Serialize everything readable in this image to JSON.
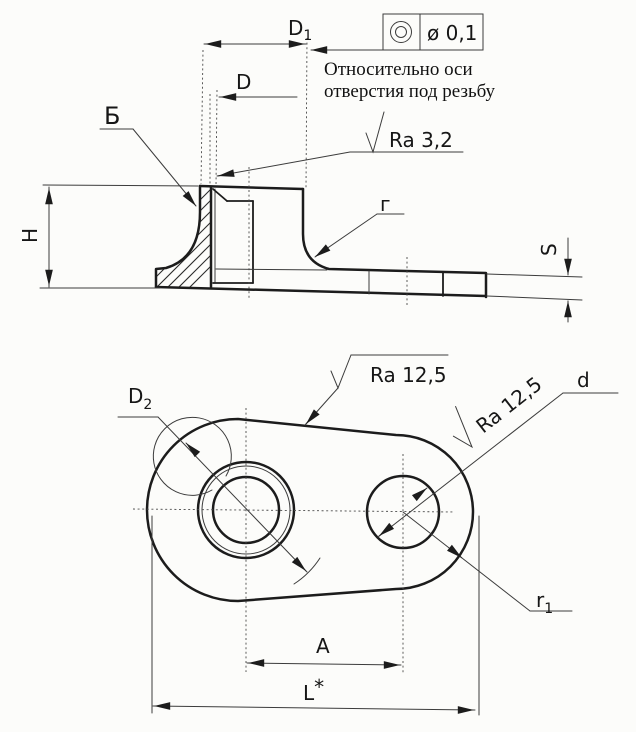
{
  "meta": {
    "kind": "engineering-drawing",
    "views": [
      "side-section-view",
      "plan-view"
    ]
  },
  "colors": {
    "line": "#1c1c1c",
    "thin_line": "#3c3c3c",
    "background": "#fcfcfa"
  },
  "labels": {
    "datum": "Б",
    "fillet": "г",
    "height": "H",
    "thickness": "S",
    "d1": {
      "base": "D",
      "sub": "1"
    },
    "d_thread": "D",
    "d2": {
      "base": "D",
      "sub": "2"
    },
    "hole": "d",
    "r1": {
      "base": "r",
      "sub": "1"
    },
    "center_distance": "A",
    "length": {
      "base": "L",
      "suffix": "*"
    }
  },
  "roughness": {
    "thread_hole": "Ra 3,2",
    "top_surface": "Ra 12,5",
    "small_hole": "Ra 12,5"
  },
  "tolerance_frame": {
    "symbol": "concentricity-icon",
    "value": "ø 0,1",
    "note_line1": "Относительно оси",
    "note_line2": "отверстия под резьбу"
  }
}
